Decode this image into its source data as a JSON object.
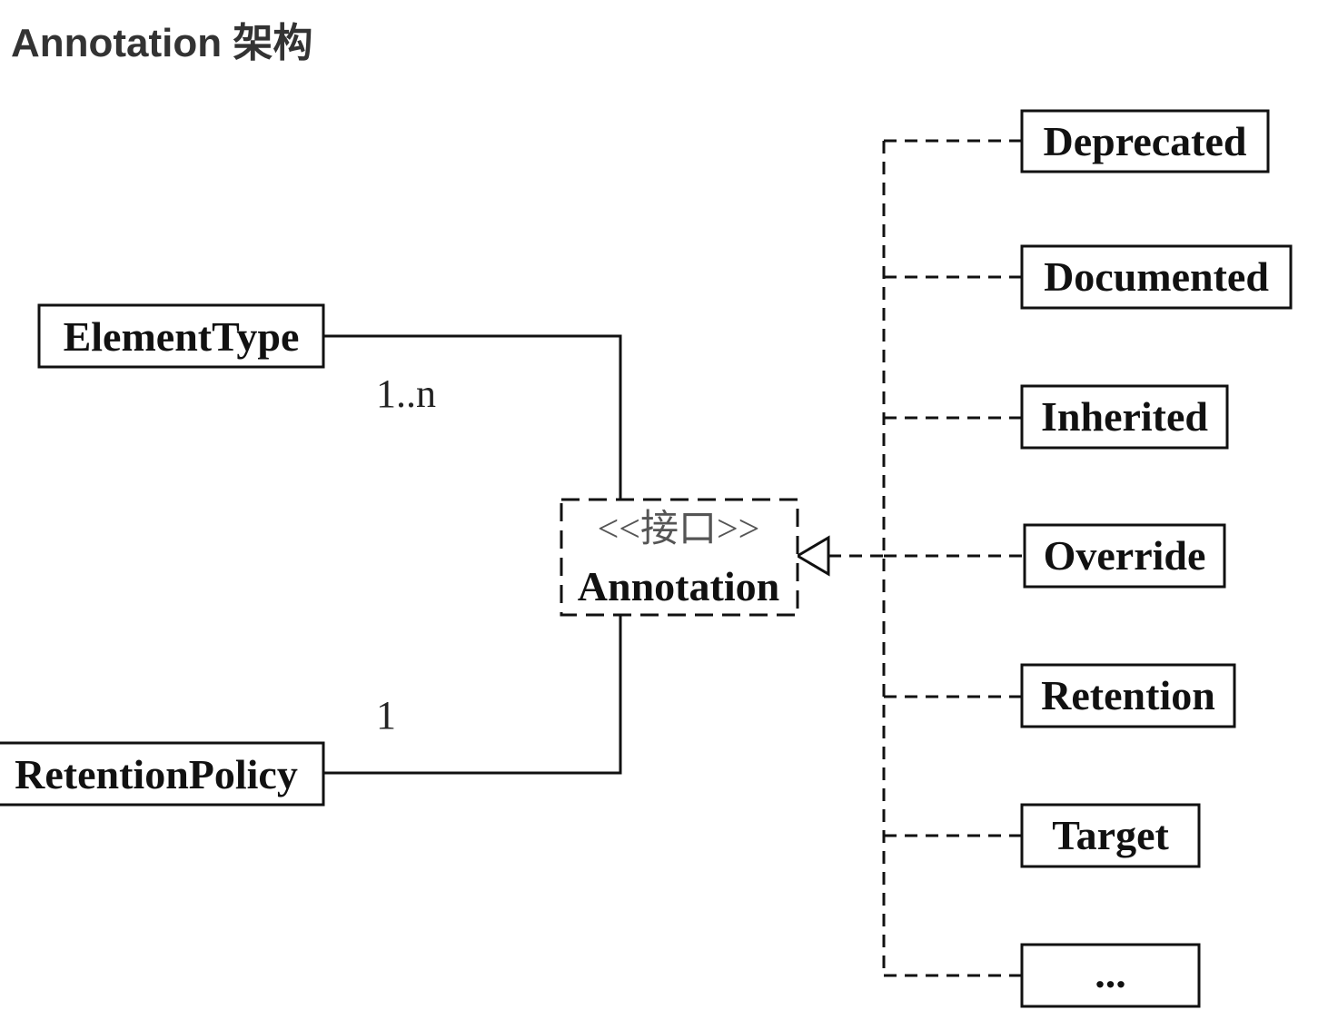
{
  "page": {
    "title": "Annotation 架构"
  },
  "diagram": {
    "interface": {
      "stereotype": "<<接口>>",
      "name": "Annotation"
    },
    "associations": [
      {
        "class": "ElementType",
        "multiplicity": "1..n"
      },
      {
        "class": "RetentionPolicy",
        "multiplicity": "1"
      }
    ],
    "implementations": [
      "Deprecated",
      "Documented",
      "Inherited",
      "Override",
      "Retention",
      "Target",
      "..."
    ],
    "colors": {
      "line": "#111111",
      "title": "#333333"
    }
  }
}
